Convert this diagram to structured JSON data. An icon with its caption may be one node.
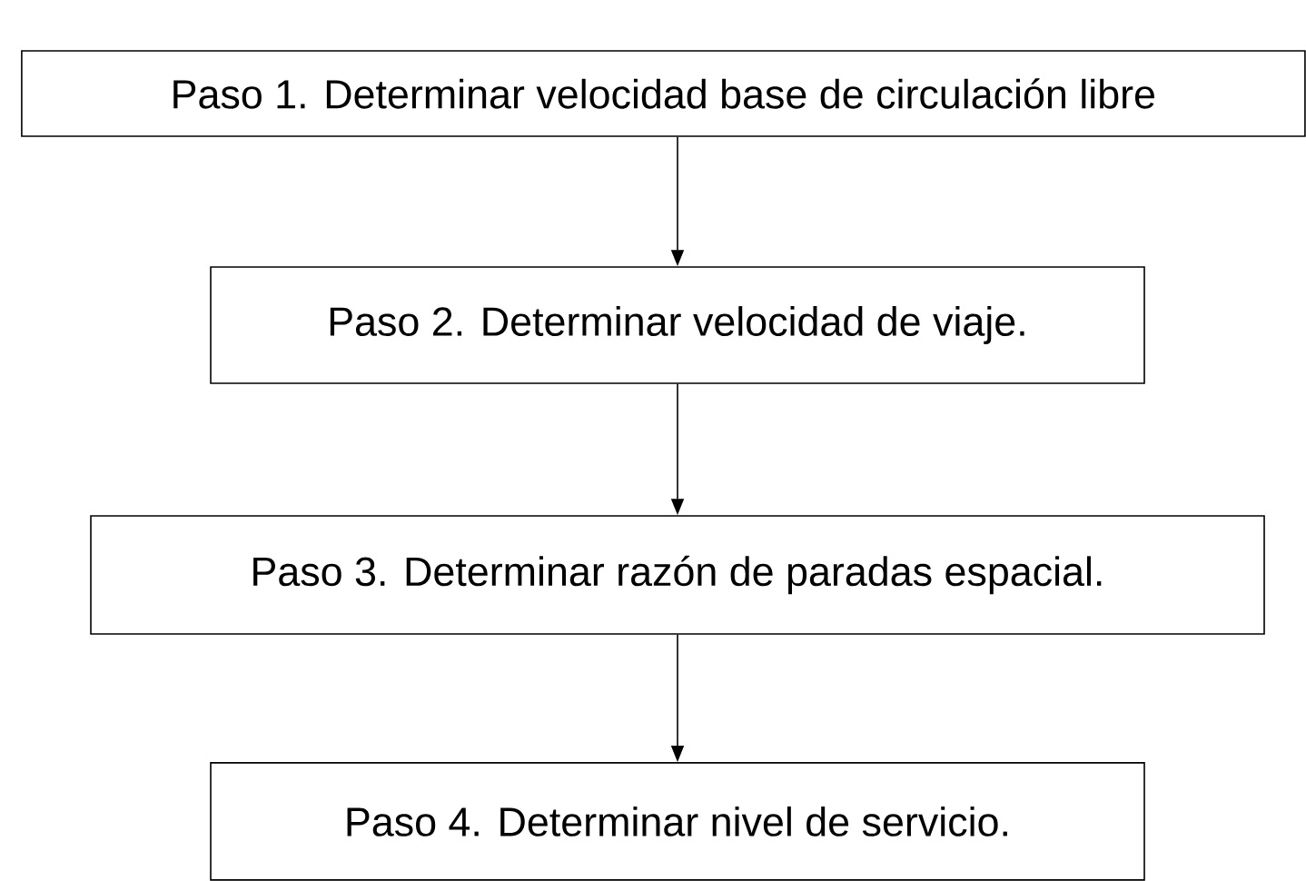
{
  "diagram": {
    "nodes": [
      {
        "text": [
          "Paso 1. Determinar velocidad base de circulación libre"
        ]
      },
      {
        "text": [
          "Paso 2. Determinar velocidad de viaje."
        ]
      },
      {
        "text": [
          "Paso 3. Determinar razón de paradas espacial."
        ]
      },
      {
        "text": [
          "Paso 4. Determinar nivel de servicio."
        ]
      }
    ],
    "edges": [
      {
        "from": 0,
        "to": 1,
        "arrow": "to"
      },
      {
        "from": 1,
        "to": 2,
        "arrow": "to"
      },
      {
        "from": 2,
        "to": 3,
        "arrow": "to"
      }
    ]
  }
}
